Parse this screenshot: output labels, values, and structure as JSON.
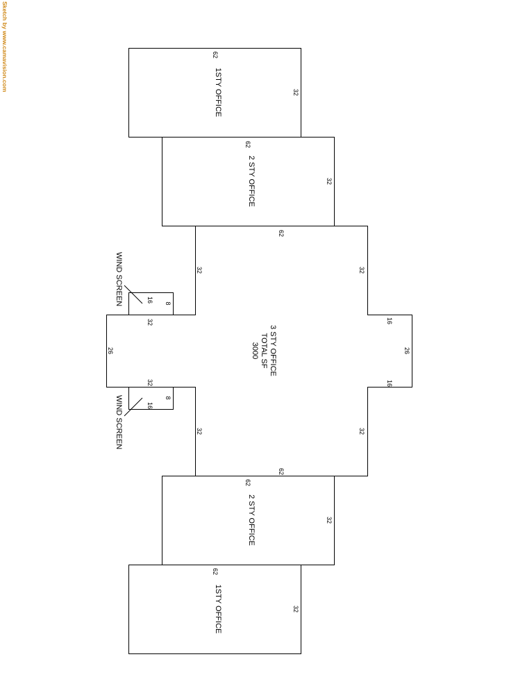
{
  "watermark": "Sketch by www.camavision.com",
  "areas": {
    "top_1sty": {
      "label": "1STY OFFICE",
      "width": "62",
      "depth": "32"
    },
    "top_2sty": {
      "label": "2 STY OFFICE",
      "width": "62",
      "depth": "32"
    },
    "main": {
      "label_lines": [
        "3 STY OFFICE",
        "TOTAL SF",
        "3000"
      ],
      "top": "62",
      "left_upper": "32",
      "right_upper": "32",
      "right_notch_top": "16",
      "right_notch": "26",
      "right_notch_bottom": "16",
      "left_lower": "32",
      "right_lower": "32",
      "bottom": "62",
      "left_notch": "26",
      "left_notch_top": "32",
      "left_notch_bottom": "32"
    },
    "wind_screen_top": {
      "label": "WIND SCREEN",
      "length": "16",
      "depth": "8"
    },
    "wind_screen_bottom": {
      "label": "WIND SCREEN",
      "length": "16",
      "depth": "8"
    },
    "bottom_2sty": {
      "label": "2 STY OFFICE",
      "width": "62",
      "depth": "32"
    },
    "bottom_1sty": {
      "label": "1STY OFFICE",
      "width": "62",
      "depth": "32"
    }
  }
}
